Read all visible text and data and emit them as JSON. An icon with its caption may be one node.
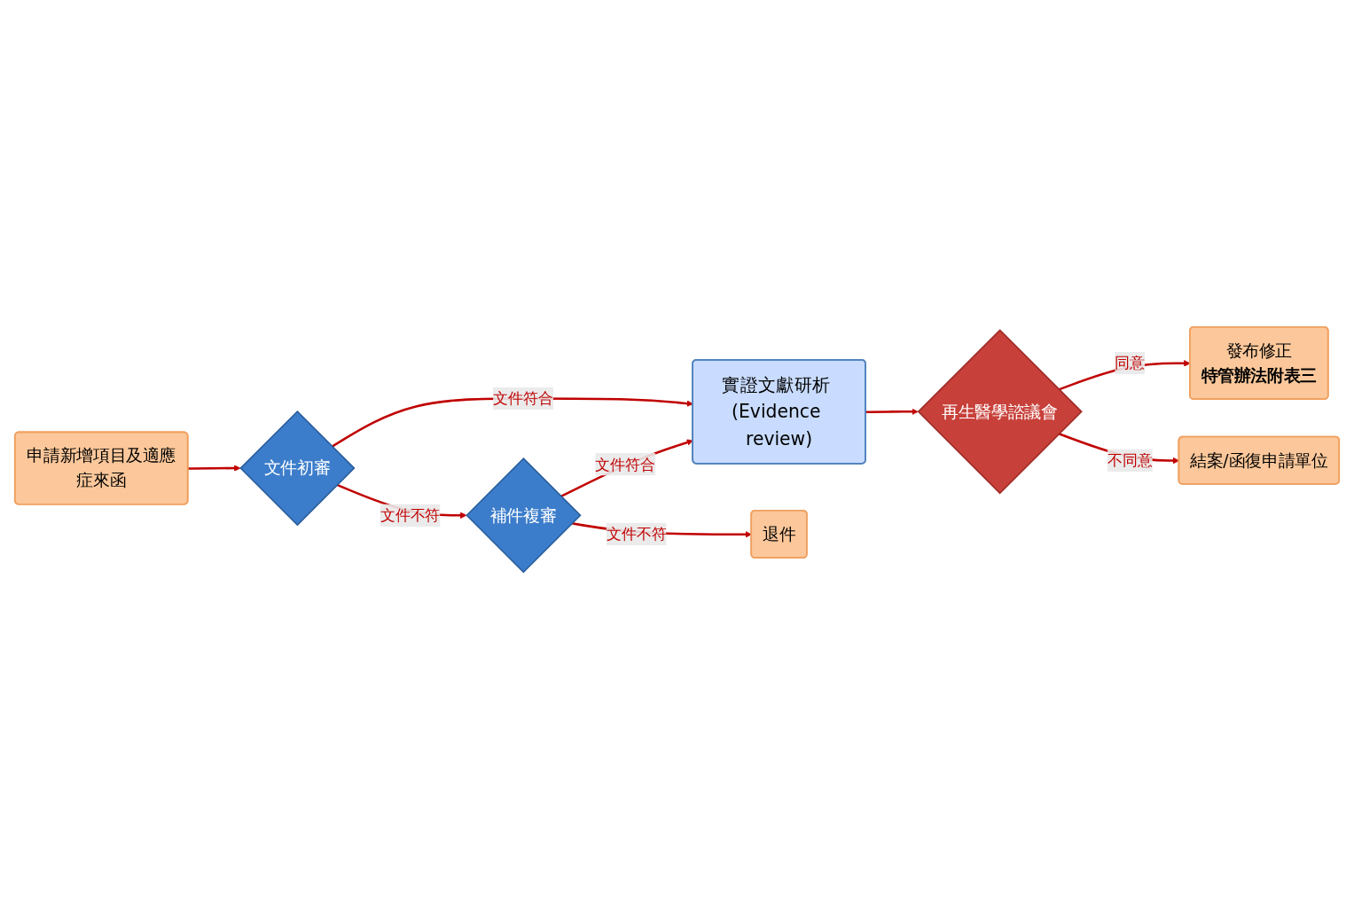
{
  "diagram": {
    "nodes": [
      {
        "text": [
          "申請新增項目及適應症來函"
        ]
      },
      {
        "text": [
          "文件初審"
        ]
      },
      {
        "text": [
          "補件複審"
        ]
      },
      {
        "text": [
          "退件"
        ]
      },
      {
        "text": [
          "實證文獻研析 (Evidence review)"
        ]
      },
      {
        "text": [
          "再生醫學諮議會"
        ]
      },
      {
        "text": [
          "發布修正",
          "特管辦法附表三"
        ]
      },
      {
        "text": [
          "結案/函復申請單位"
        ]
      }
    ],
    "edges": [
      {
        "from": 0,
        "to": 1,
        "arrow": "to"
      },
      {
        "from": 1,
        "to": 4,
        "arrow": "to",
        "label": "文件符合"
      },
      {
        "from": 1,
        "to": 2,
        "arrow": "to",
        "label": "文件不符"
      },
      {
        "from": 2,
        "to": 4,
        "arrow": "to",
        "label": "文件符合"
      },
      {
        "from": 2,
        "to": 3,
        "arrow": "to",
        "label": "文件不符"
      },
      {
        "from": 4,
        "to": 5,
        "arrow": "to"
      },
      {
        "from": 5,
        "to": 6,
        "arrow": "to",
        "label": "同意"
      },
      {
        "from": 5,
        "to": 7,
        "arrow": "to",
        "label": "不同意"
      }
    ]
  }
}
